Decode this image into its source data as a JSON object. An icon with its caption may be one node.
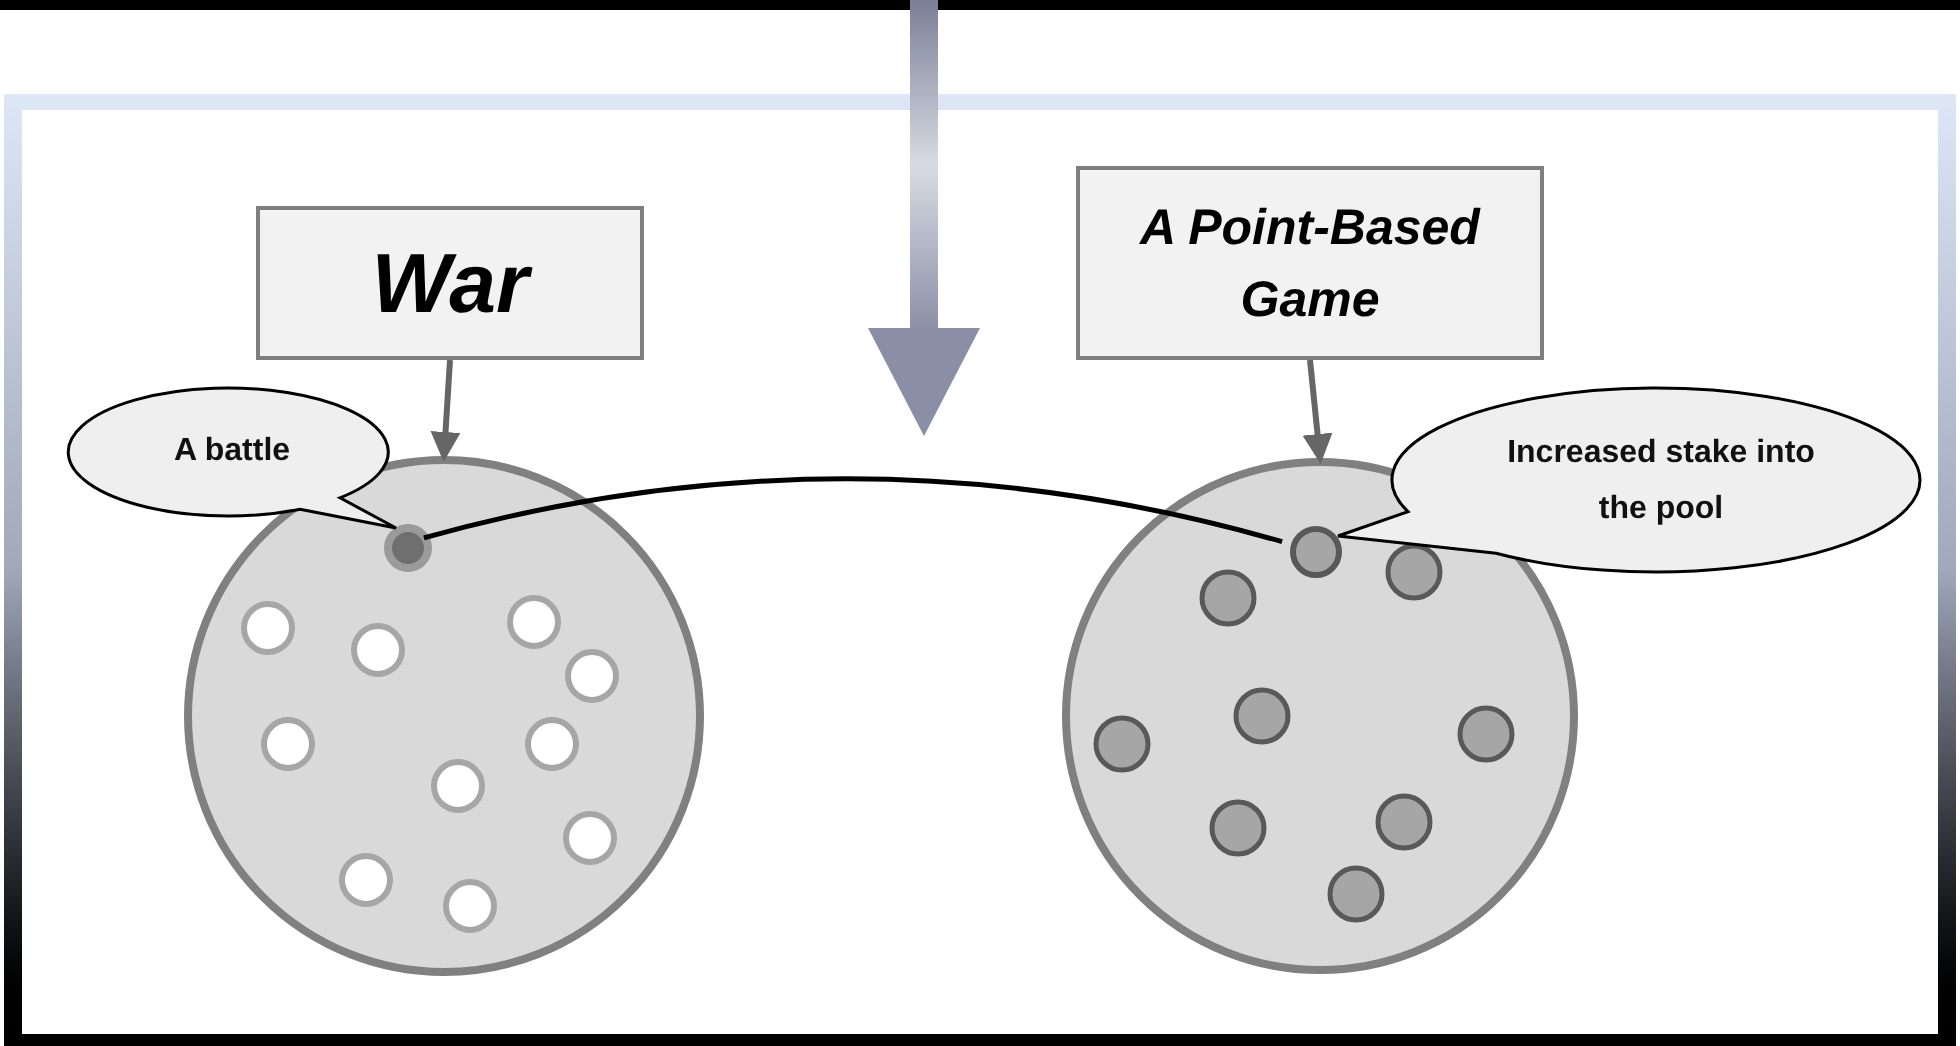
{
  "diagram": {
    "nodes": [
      {
        "text": [
          "War"
        ]
      },
      {
        "text": [
          "A Point-Based Game"
        ]
      },
      {
        "text": [
          "A battle"
        ]
      },
      {
        "text": [
          "Increased stake into the pool"
        ]
      },
      {
        "text": [],
        "shape": "circle"
      },
      {
        "text": [],
        "shape": "circle",
        "in": 4
      },
      {
        "text": [],
        "shape": "circle"
      },
      {
        "text": [],
        "shape": "circle",
        "in": 6
      }
    ],
    "edges": [
      {
        "from": 0,
        "to": 4,
        "arrow": "to"
      },
      {
        "from": 1,
        "to": 6,
        "arrow": "to"
      },
      {
        "from": 5,
        "to": 7,
        "arrow": "none",
        "color": "#000000"
      }
    ]
  }
}
